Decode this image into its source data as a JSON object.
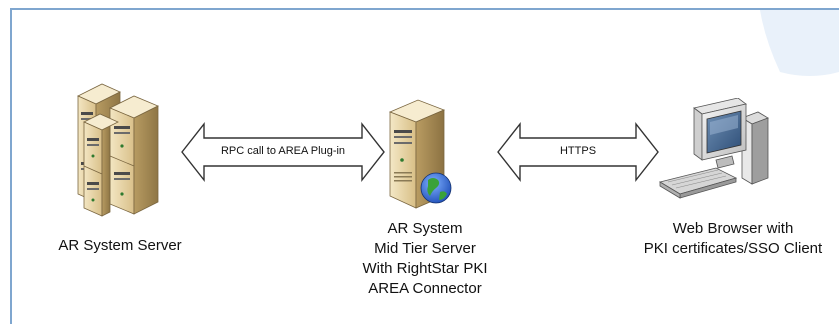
{
  "nodes": {
    "ar_server": {
      "label_lines": [
        "AR System Server"
      ]
    },
    "mid_tier": {
      "label_lines": [
        "AR System",
        "Mid Tier Server",
        "With RightStar PKI",
        "AREA Connector"
      ]
    },
    "browser": {
      "label_lines": [
        "Web Browser with",
        "PKI certificates/SSO Client"
      ]
    }
  },
  "connections": {
    "rpc": {
      "label": "RPC call to AREA Plug-in"
    },
    "https": {
      "label": "HTTPS"
    }
  },
  "colors": {
    "frame": "#7fa6cf",
    "watermark": "#e9f1fa"
  }
}
